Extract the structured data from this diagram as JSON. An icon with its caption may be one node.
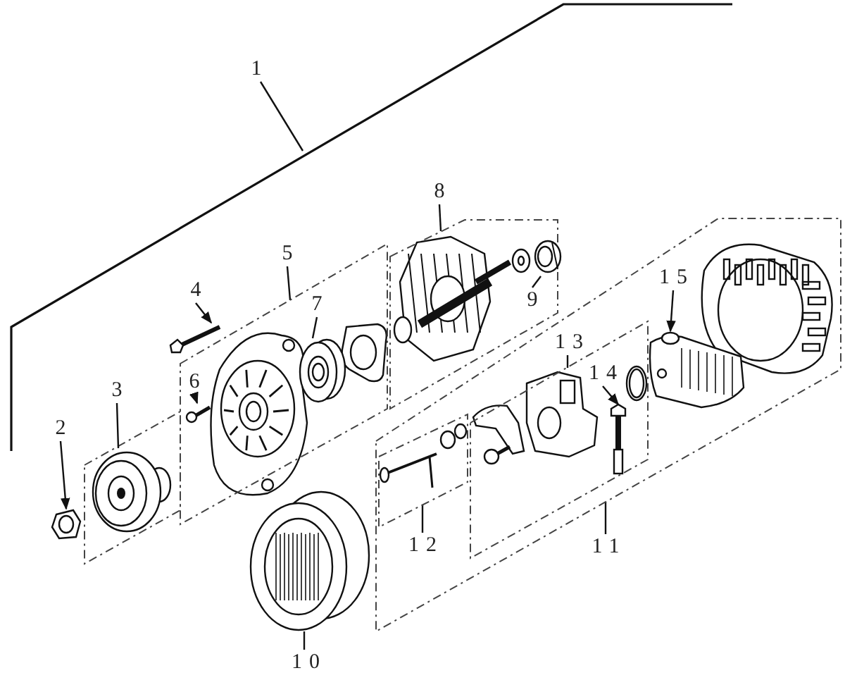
{
  "diagram": {
    "nodes": [
      {
        "text": [
          "1"
        ]
      },
      {
        "text": [
          "2"
        ]
      },
      {
        "text": [
          "3"
        ]
      },
      {
        "text": [
          "4"
        ]
      },
      {
        "text": [
          "5"
        ]
      },
      {
        "text": [
          "6"
        ],
        "in": 18
      },
      {
        "text": [
          "7"
        ],
        "in": 18
      },
      {
        "text": [
          "8"
        ]
      },
      {
        "text": [
          "9"
        ],
        "in": 21
      },
      {
        "text": [
          "10"
        ]
      },
      {
        "text": [
          "11"
        ]
      },
      {
        "text": [
          "12"
        ],
        "in": 24
      },
      {
        "text": [
          "13"
        ],
        "in": 24
      },
      {
        "text": [
          "14"
        ],
        "in": 26
      },
      {
        "text": [
          "15"
        ],
        "in": 24
      },
      {
        "text": [],
        "shape": "picture"
      },
      {
        "text": [],
        "shape": "picture"
      },
      {
        "text": [],
        "shape": "picture"
      },
      {
        "text": [],
        "shape": "box"
      },
      {
        "text": [],
        "shape": "picture",
        "in": 18
      },
      {
        "text": [],
        "shape": "picture",
        "in": 18
      },
      {
        "text": [],
        "shape": "box"
      },
      {
        "text": [],
        "shape": "picture",
        "in": 21
      },
      {
        "text": [],
        "shape": "picture"
      },
      {
        "text": [],
        "shape": "box"
      },
      {
        "text": [],
        "shape": "box",
        "in": 24
      },
      {
        "text": [],
        "shape": "box",
        "in": 24
      },
      {
        "text": [],
        "shape": "picture",
        "in": 26
      },
      {
        "text": [],
        "shape": "picture",
        "in": 24
      }
    ],
    "edges": [
      {
        "from": 0,
        "to": null,
        "arrow": "none"
      },
      {
        "from": 1,
        "to": 15,
        "arrow": "to"
      },
      {
        "from": 2,
        "to": 16,
        "arrow": "none"
      },
      {
        "from": 3,
        "to": 17,
        "arrow": "to"
      },
      {
        "from": 4,
        "to": 18,
        "arrow": "none"
      },
      {
        "from": 5,
        "to": 19,
        "arrow": "to"
      },
      {
        "from": 6,
        "to": 20,
        "arrow": "none"
      },
      {
        "from": 7,
        "to": 21,
        "arrow": "none"
      },
      {
        "from": 8,
        "to": 22,
        "arrow": "none"
      },
      {
        "from": 9,
        "to": 23,
        "arrow": "none"
      },
      {
        "from": 10,
        "to": 24,
        "arrow": "none"
      },
      {
        "from": 11,
        "to": 25,
        "arrow": "none"
      },
      {
        "from": 12,
        "to": 26,
        "arrow": "none"
      },
      {
        "from": 13,
        "to": 27,
        "arrow": "to"
      },
      {
        "from": 14,
        "to": 28,
        "arrow": "to"
      }
    ]
  }
}
